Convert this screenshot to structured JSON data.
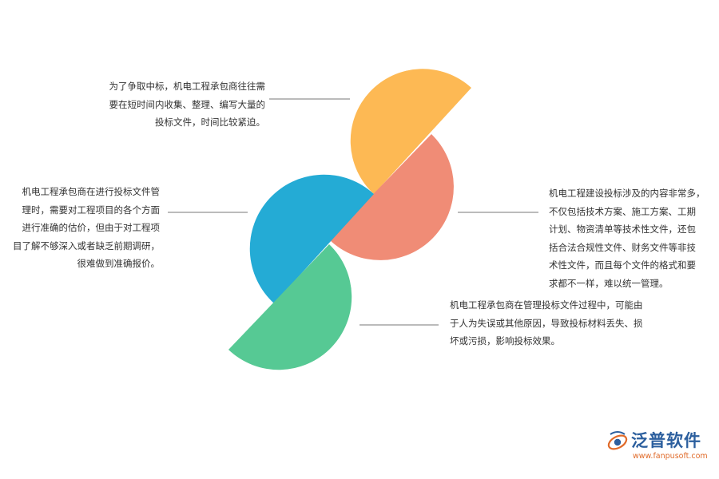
{
  "diagram": {
    "colors": {
      "yellow": "#FDB954",
      "salmon": "#F08C76",
      "blue": "#24ABD5",
      "green": "#56C994",
      "line": "#777777"
    },
    "notes": [
      {
        "id": "top-left",
        "text": "为了争取中标，机电工程承包商往往需\n要在短时间内收集、整理、编写大量的\n投标文件，时间比较紧迫。"
      },
      {
        "id": "middle-left",
        "text": "机电工程承包商在进行投标文件管\n理时，需要对工程项目的各个方面\n进行准确的估价，但由于对工程项\n目了解不够深入或者缺乏前期调研，\n很难做到准确报价。"
      },
      {
        "id": "middle-right",
        "text": "机电工程建设投标涉及的内容非常多，\n不仅包括技术方案、施工方案、工期\n计划、物资清单等技术性文件，还包\n括合法合规性文件、财务文件等非技\n术性文件，而且每个文件的格式和要\n求都不一样，难以统一管理。"
      },
      {
        "id": "bottom-right",
        "text": "机电工程承包商在管理投标文件过程中，可能由\n于人为失误或其他原因，导致投标材料丢失、损\n坏或污损，影响投标效果。"
      }
    ]
  },
  "logo": {
    "name": "泛普软件",
    "url": "www.fanpusoft.com",
    "icon": "fanpu-logo-icon"
  }
}
